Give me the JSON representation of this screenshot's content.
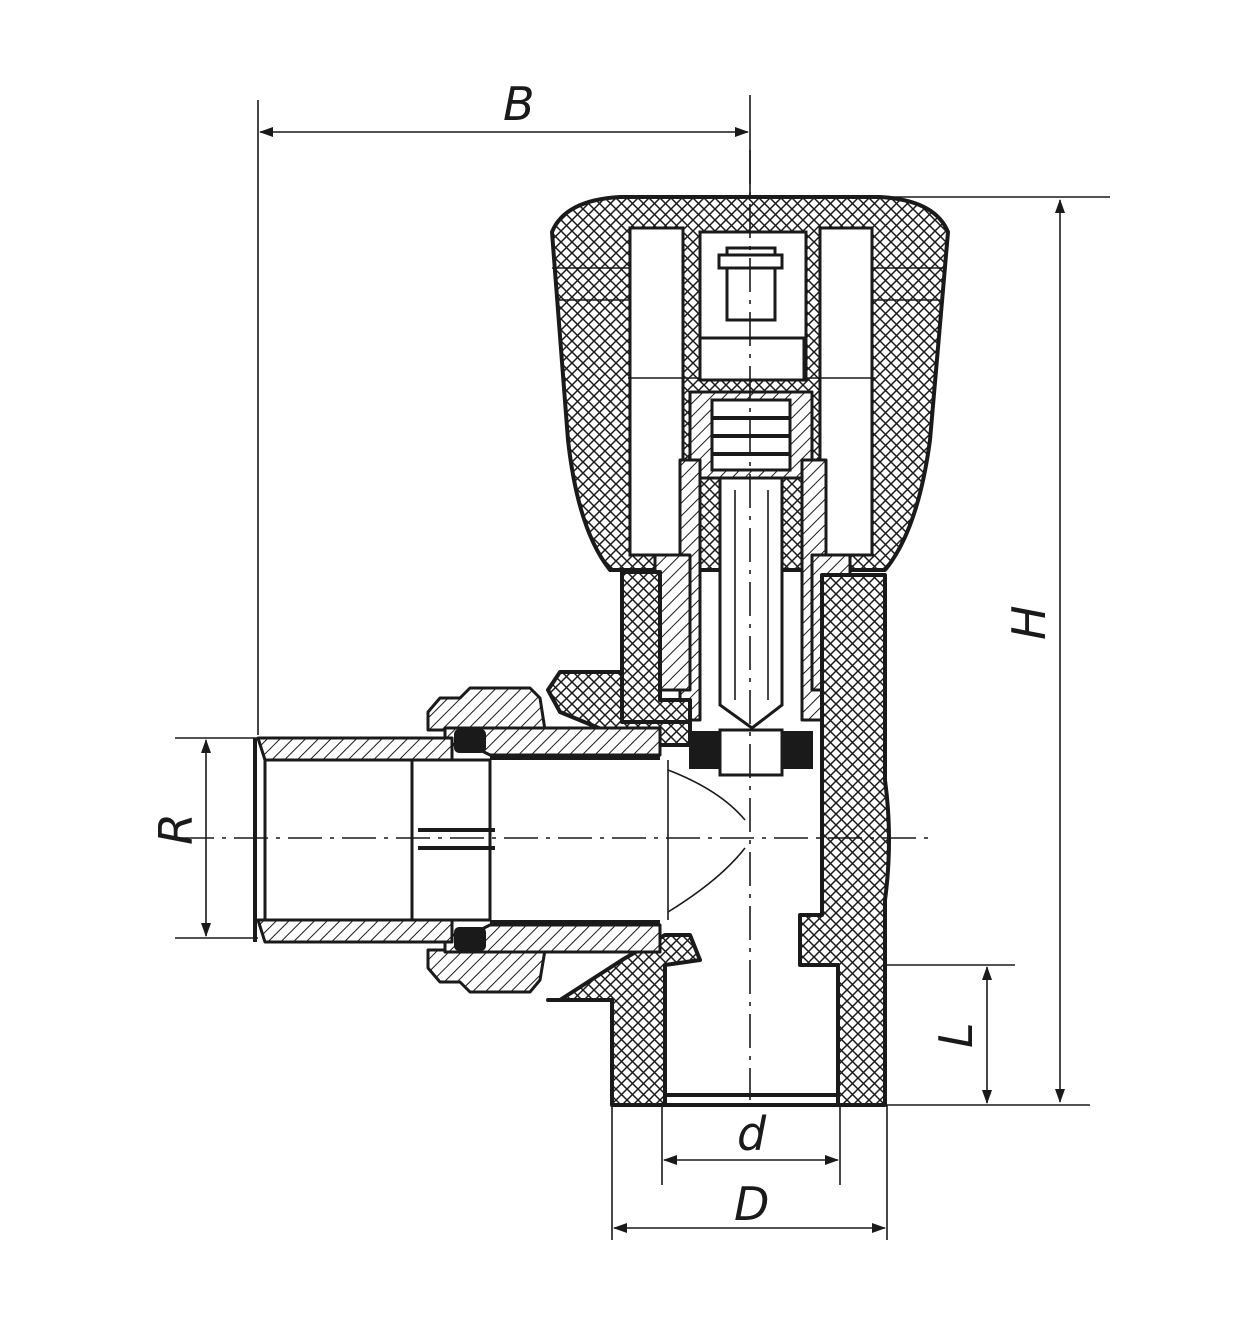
{
  "diagram": {
    "dimension_labels": {
      "B": "B",
      "H": "H",
      "R": "R",
      "L": "L",
      "d": "d",
      "D": "D"
    },
    "colors": {
      "line": "#1a1a1a",
      "background": "#ffffff"
    }
  }
}
